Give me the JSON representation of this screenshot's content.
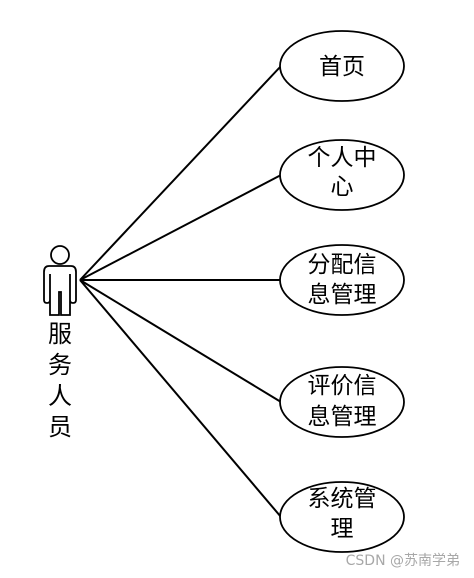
{
  "diagram": {
    "actor": {
      "label_chars": [
        "服",
        "务",
        "人",
        "员"
      ]
    },
    "use_cases": [
      {
        "id": "home",
        "lines": [
          "首页"
        ]
      },
      {
        "id": "personal-center",
        "lines": [
          "个人中",
          "心"
        ]
      },
      {
        "id": "assign-info-mgmt",
        "lines": [
          "分配信",
          "息管理"
        ]
      },
      {
        "id": "review-info-mgmt",
        "lines": [
          "评价信",
          "息管理"
        ]
      },
      {
        "id": "system-mgmt",
        "lines": [
          "系统管",
          "理"
        ]
      }
    ]
  },
  "watermark": "CSDN @苏南学弟",
  "colors": {
    "stroke": "#000000",
    "background": "#ffffff",
    "watermark": "#a8a8a8"
  }
}
